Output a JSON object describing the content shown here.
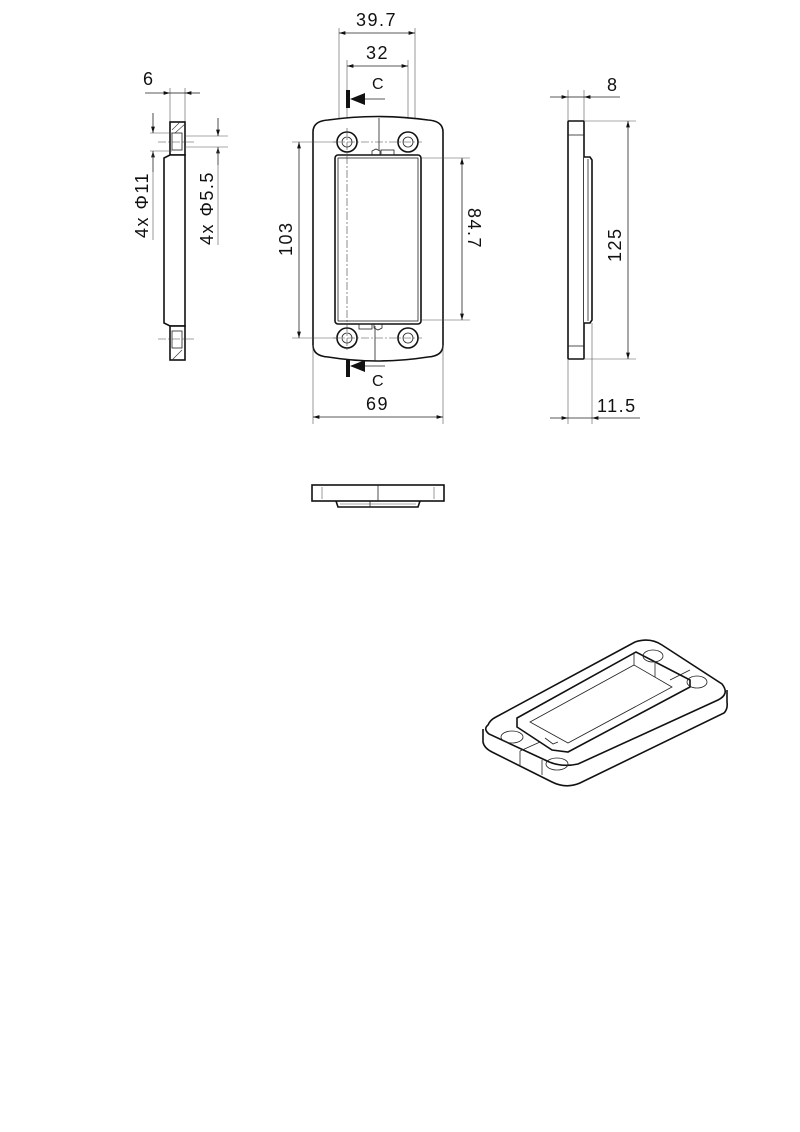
{
  "drawing": {
    "type": "technical-drawing",
    "subject": "rectangular frame plate with 4 mounting holes",
    "views": {
      "side_section": {
        "dimensions": {
          "thickness": "6",
          "counterbore_diameter": "4x Φ11",
          "hole_diameter": "4x Φ5.5"
        }
      },
      "front": {
        "dimensions": {
          "outer_hole_span": "39.7",
          "hole_span": "32",
          "hole_pitch_vertical": "103",
          "opening_height": "84.7",
          "overall_width": "69"
        },
        "section_marks": {
          "top": "C",
          "bottom": "C"
        }
      },
      "right_side": {
        "dimensions": {
          "plate_thickness": "8",
          "overall_height": "125",
          "overall_depth": "11.5"
        }
      },
      "top_view": {},
      "isometric": {}
    }
  }
}
